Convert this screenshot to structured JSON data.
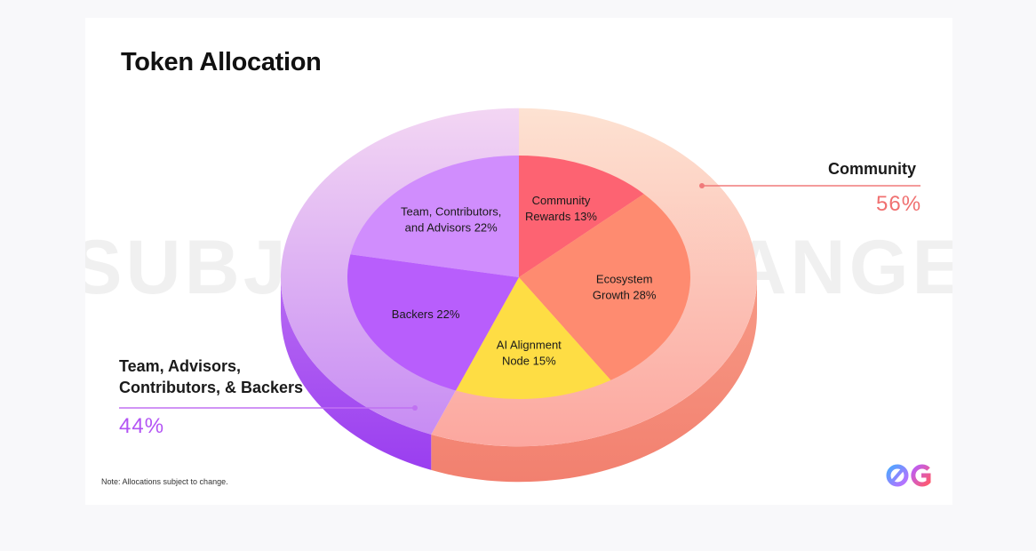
{
  "watermark": "SUBJECT TO CHANGE",
  "note": "Note: Allocations subject to change.",
  "groups": {
    "community": {
      "label": "Community",
      "value": "56%",
      "color": "#f07070"
    },
    "team": {
      "label_line1": "Team, Advisors,",
      "label_line2": "Contributors, & Backers",
      "value": "44%",
      "color": "#b354f4"
    }
  },
  "chart_data": {
    "type": "pie",
    "title": "Token Allocation",
    "slices": [
      {
        "label_lines": [
          "Community",
          "Rewards 13%"
        ],
        "value": 13,
        "color": "#fd6372"
      },
      {
        "label_lines": [
          "Ecosystem",
          "Growth 28%"
        ],
        "value": 28,
        "color": "#fe8b70"
      },
      {
        "label_lines": [
          "AI Alignment",
          "Node 15%"
        ],
        "value": 15,
        "color": "#fedd44"
      },
      {
        "label_lines": [
          "Backers 22%"
        ],
        "value": 22,
        "color": "#b85efc"
      },
      {
        "label_lines": [
          "Team, Contributors,",
          "and Advisors 22%"
        ],
        "value": 22,
        "color": "#d08dfd"
      }
    ],
    "outer_ring": [
      {
        "name": "Community",
        "value": 56,
        "color": "#fdd3c0"
      },
      {
        "name": "Team, Advisors, Contributors, & Backers",
        "value": 44,
        "color": "#e7b7f5"
      }
    ]
  }
}
